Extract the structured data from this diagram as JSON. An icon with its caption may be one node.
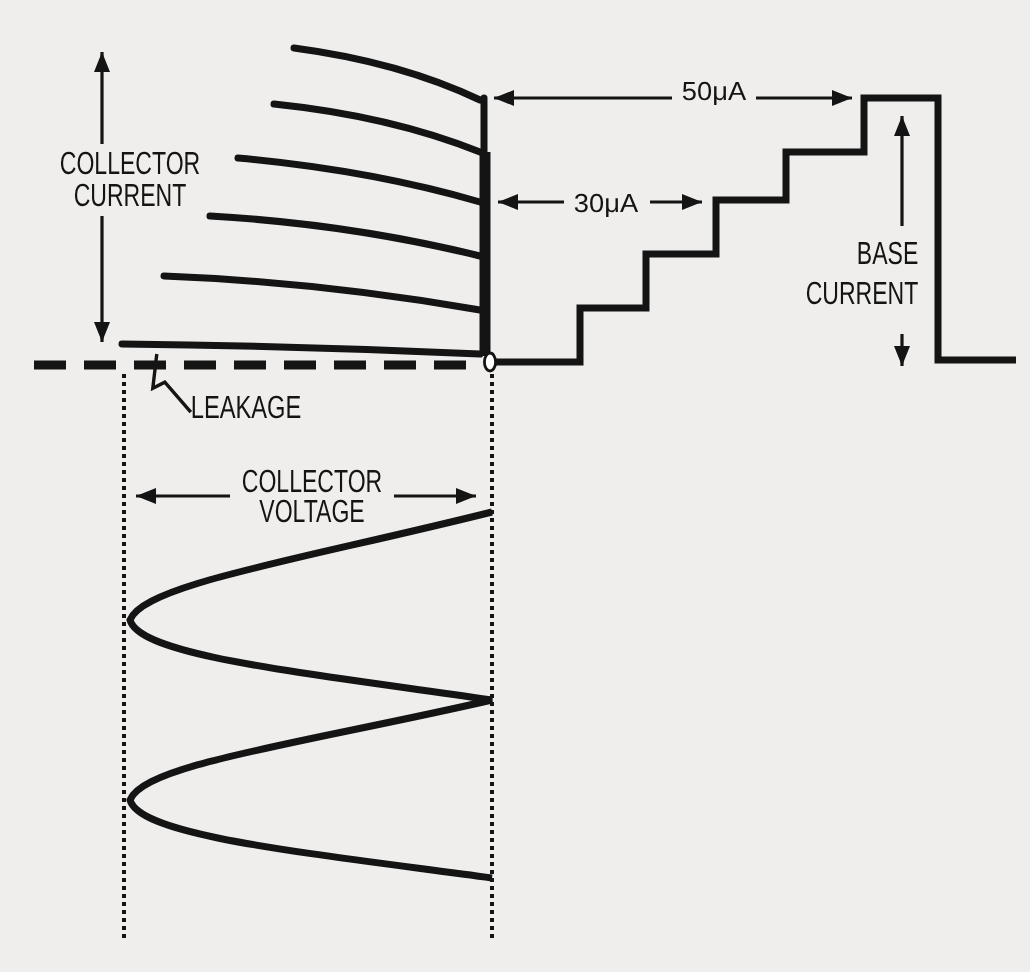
{
  "diagram": {
    "nodes": [
      {
        "text": [
          "LEAKAGE"
        ]
      },
      {
        "text": [],
        "shape": "line"
      }
    ],
    "edges": [
      {
        "from": 0,
        "to": 1,
        "arrow": "none"
      }
    ],
    "labels": [
      "50μA",
      "COLLECTOR CURRENT",
      "30μA",
      "BASE CURRENT",
      "COLLECTOR VOLTAGE"
    ]
  }
}
